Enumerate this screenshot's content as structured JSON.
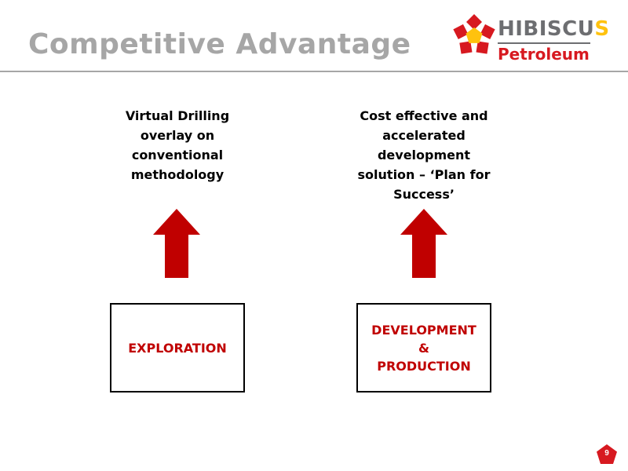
{
  "slide": {
    "title": "Competitive Advantage",
    "page_number": "9"
  },
  "logo": {
    "name_part_a": "Hibiscu",
    "name_part_b": "s",
    "name_display_a": "HIBISCU",
    "name_display_b": "S",
    "subtitle": "Petroleum",
    "icon": "hibiscus-flower-logo-icon"
  },
  "left": {
    "description_lines": [
      "Virtual Drilling",
      "overlay on",
      "conventional",
      "methodology"
    ],
    "box_label": "EXPLORATION",
    "arrow_icon": "up-arrow-icon"
  },
  "right": {
    "description_lines": [
      "Cost effective and",
      "accelerated",
      "development",
      "solution – ‘Plan for",
      "Success’"
    ],
    "box_lines": [
      "DEVELOPMENT",
      "&",
      "PRODUCTION"
    ],
    "arrow_icon": "up-arrow-icon"
  },
  "colors": {
    "title_gray": "#a6a6a6",
    "accent_red": "#c00000",
    "arrow_red": "#c00000",
    "logo_red": "#d71920",
    "logo_yellow": "#ffc20e",
    "logo_gray": "#6d6e71"
  }
}
